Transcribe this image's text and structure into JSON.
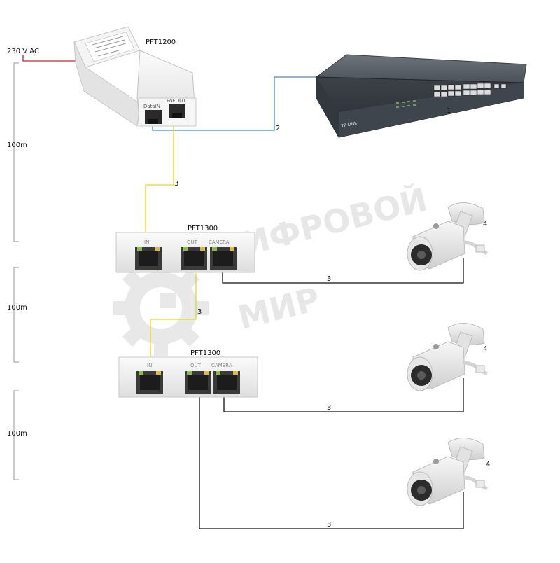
{
  "power": {
    "label": "230 V AC"
  },
  "distances": [
    {
      "label": "100m"
    },
    {
      "label": "100m"
    },
    {
      "label": "100m"
    }
  ],
  "injector": {
    "name": "PFT1200",
    "ports": {
      "data_in": "DataIN",
      "poe_out": "PoEOUT"
    }
  },
  "switch": {
    "number": "1",
    "brand": "TP-LINK"
  },
  "extenders": [
    {
      "name": "PFT1300",
      "ports": {
        "in": "IN",
        "out": "OUT",
        "camera": "CAMERA"
      }
    },
    {
      "name": "PFT1300",
      "ports": {
        "in": "IN",
        "out": "OUT",
        "camera": "CAMERA"
      }
    }
  ],
  "cables": {
    "switch_link": "2",
    "poe_1": "3",
    "poe_2": "3",
    "cam_1": "3",
    "cam_2": "3",
    "cam_3": "3"
  },
  "cameras": [
    {
      "number": "4"
    },
    {
      "number": "4"
    },
    {
      "number": "4"
    }
  ],
  "watermark": {
    "line1": "ЦИФРОВОЙ",
    "line2": "МИР"
  },
  "colors": {
    "power_cable": "#c0272d",
    "switch_cable": "#3a8fd6",
    "poe_cable": "#f2d21a",
    "camera_cable": "#111111",
    "scale_line": "#999999",
    "watermark": "#d9d9d9"
  }
}
